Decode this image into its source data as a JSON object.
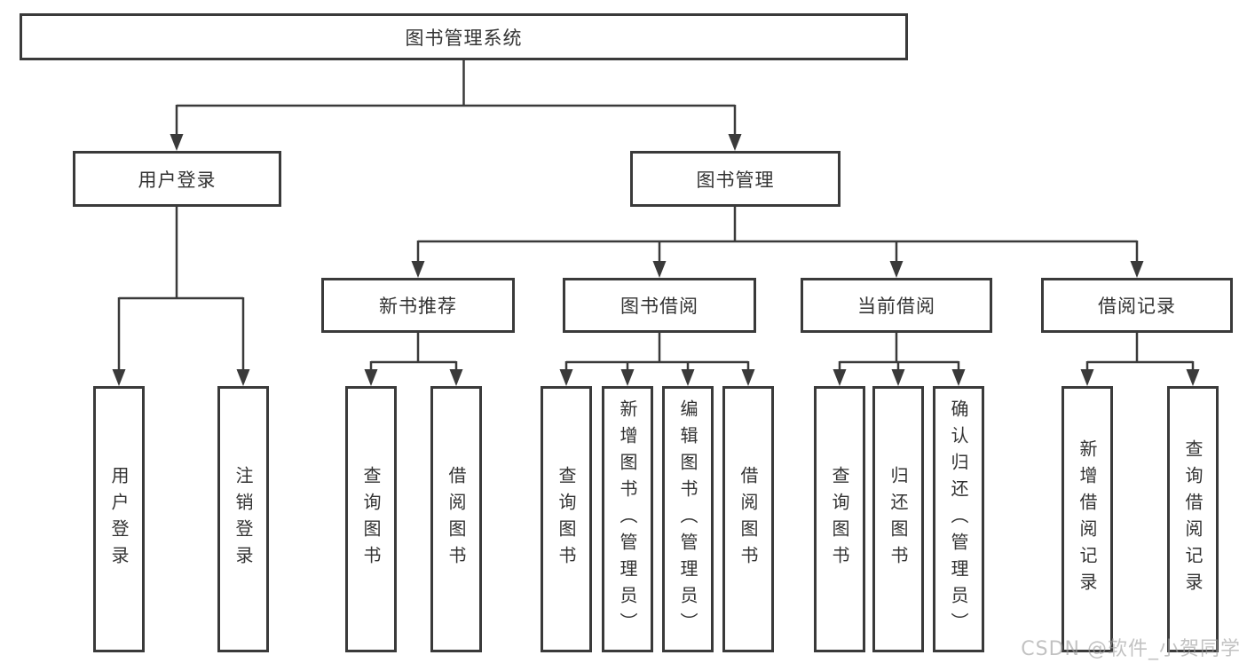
{
  "diagram": {
    "title": "图书管理系统",
    "root": "图书管理系统",
    "branches": [
      {
        "label": "用户登录",
        "children": [
          "用户登录",
          "注销登录"
        ]
      },
      {
        "label": "图书管理",
        "groups": [
          {
            "label": "新书推荐",
            "children": [
              "查询图书",
              "借阅图书"
            ]
          },
          {
            "label": "图书借阅",
            "children": [
              "查询图书",
              "新增图书（管理员）",
              "编辑图书（管理员）",
              "借阅图书"
            ]
          },
          {
            "label": "当前借阅",
            "children": [
              "查询图书",
              "归还图书",
              "确认归还（管理员）"
            ]
          },
          {
            "label": "借阅记录",
            "children": [
              "新增借阅记录",
              "查询借阅记录"
            ]
          }
        ]
      }
    ],
    "line_color": "#3a3a3a",
    "text_color": "#333333",
    "background_color": "#ffffff"
  },
  "watermark": "CSDN @软件_小贺同学"
}
